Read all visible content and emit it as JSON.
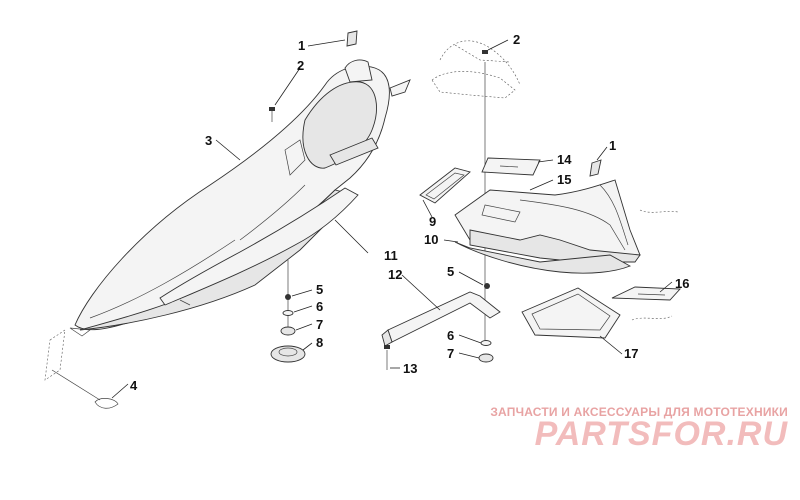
{
  "callouts": [
    {
      "id": "c1a",
      "text": "1"
    },
    {
      "id": "c2a",
      "text": "2"
    },
    {
      "id": "c3",
      "text": "3"
    },
    {
      "id": "c2b",
      "text": "2"
    },
    {
      "id": "c14",
      "text": "14"
    },
    {
      "id": "c15",
      "text": "15"
    },
    {
      "id": "c1b",
      "text": "1"
    },
    {
      "id": "c9",
      "text": "9"
    },
    {
      "id": "c10",
      "text": "10"
    },
    {
      "id": "c11",
      "text": "11"
    },
    {
      "id": "c12",
      "text": "12"
    },
    {
      "id": "c5a",
      "text": "5"
    },
    {
      "id": "c6a",
      "text": "6"
    },
    {
      "id": "c7a",
      "text": "7"
    },
    {
      "id": "c8",
      "text": "8"
    },
    {
      "id": "c5b",
      "text": "5"
    },
    {
      "id": "c6b",
      "text": "6"
    },
    {
      "id": "c7b",
      "text": "7"
    },
    {
      "id": "c13",
      "text": "13"
    },
    {
      "id": "c16",
      "text": "16"
    },
    {
      "id": "c17",
      "text": "17"
    },
    {
      "id": "c4",
      "text": "4"
    }
  ],
  "watermark": {
    "tagline": "ЗАПЧАСТИ И АКСЕССУАРЫ ДЛЯ МОТОТЕХНИКИ",
    "logo": "PARTSFOR.RU"
  }
}
